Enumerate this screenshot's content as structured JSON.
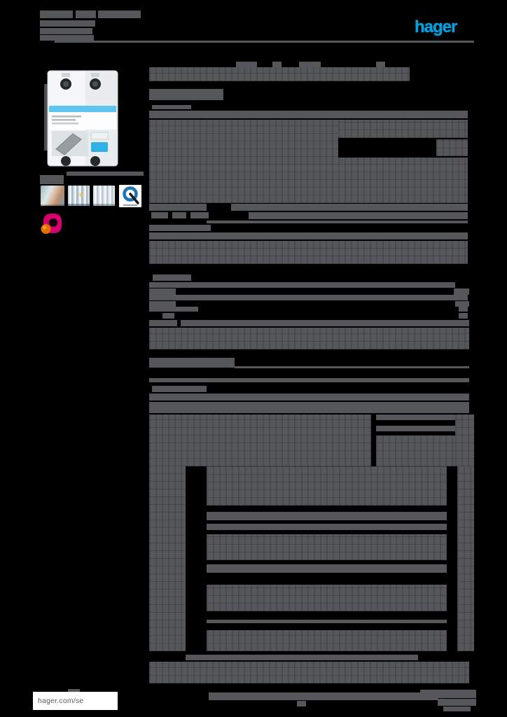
{
  "page": {
    "background": "#000000",
    "bar_color": "#56575b"
  },
  "header": {
    "logo_text": "hager",
    "logo_color": "#00a3e0"
  },
  "footer": {
    "website": "hager.com/se"
  },
  "images": {
    "product": "rcbo-circuit-breaker-2-module-front-view",
    "thumbnails": [
      "installation-hand-photo",
      "breaker-row-photo",
      "breaker-row-photo-2",
      "q-quality-mark-logo",
      "pink-award-label-logo"
    ]
  },
  "redactions": {
    "header_address": [
      [
        57,
        15,
        47,
        11
      ],
      [
        108,
        15,
        29,
        11
      ],
      [
        140,
        15,
        61,
        11
      ],
      [
        57,
        29,
        79,
        9
      ],
      [
        57,
        40,
        75,
        9
      ],
      [
        57,
        50,
        77,
        8
      ]
    ],
    "header_rule": [
      [
        78,
        58,
        599,
        3
      ]
    ],
    "title_block": [
      [
        337,
        88,
        30,
        8
      ],
      [
        389,
        88,
        13,
        8
      ],
      [
        427,
        88,
        31,
        8
      ],
      [
        537,
        88,
        13,
        8
      ],
      [
        213,
        96,
        372,
        20
      ],
      [
        213,
        127,
        106,
        16
      ],
      [
        217,
        150,
        56,
        6
      ]
    ],
    "image_shadow": [
      [
        95,
        245,
        110,
        6
      ],
      [
        57,
        250,
        34,
        13
      ]
    ],
    "section_a": [
      [
        213,
        158,
        455,
        11
      ],
      [
        213,
        171,
        270,
        119
      ],
      [
        483,
        171,
        185,
        26
      ],
      [
        623,
        199,
        45,
        24
      ],
      [
        483,
        225,
        185,
        65
      ],
      [
        213,
        291,
        82,
        10
      ],
      [
        330,
        291,
        338,
        10
      ],
      [
        216,
        303,
        24,
        9
      ],
      [
        246,
        303,
        20,
        9
      ],
      [
        272,
        303,
        26,
        9
      ],
      [
        355,
        303,
        313,
        10
      ],
      [
        295,
        315,
        373,
        4
      ],
      [
        213,
        321,
        88,
        9
      ],
      [
        213,
        332,
        455,
        10
      ],
      [
        213,
        344,
        455,
        33
      ]
    ],
    "section_b": [
      [
        218,
        392,
        55,
        9
      ],
      [
        213,
        403,
        437,
        8
      ],
      [
        213,
        412,
        38,
        9
      ],
      [
        648,
        412,
        22,
        9
      ],
      [
        213,
        421,
        455,
        8
      ],
      [
        213,
        430,
        38,
        8
      ],
      [
        650,
        430,
        20,
        8
      ],
      [
        213,
        438,
        70,
        7
      ],
      [
        655,
        438,
        13,
        7
      ],
      [
        232,
        447,
        17,
        8
      ],
      [
        655,
        447,
        13,
        8
      ],
      [
        213,
        457,
        40,
        9
      ],
      [
        258,
        457,
        412,
        9
      ],
      [
        213,
        468,
        457,
        31
      ]
    ],
    "section_c_header": [
      [
        213,
        511,
        122,
        14
      ],
      [
        335,
        523,
        335,
        3
      ]
    ],
    "spec_table": [
      [
        213,
        540,
        457,
        6
      ],
      [
        217,
        551,
        78,
        9
      ],
      [
        213,
        562,
        457,
        10
      ],
      [
        213,
        574,
        457,
        16
      ],
      [
        213,
        592,
        317,
        74
      ],
      [
        537,
        592,
        113,
        8
      ],
      [
        650,
        592,
        27,
        74
      ],
      [
        537,
        608,
        113,
        8
      ],
      [
        537,
        622,
        113,
        44
      ],
      [
        213,
        666,
        52,
        264
      ],
      [
        653,
        666,
        24,
        264
      ],
      [
        295,
        666,
        343,
        56
      ],
      [
        295,
        731,
        343,
        9
      ],
      [
        295,
        740,
        343,
        3
      ],
      [
        295,
        748,
        343,
        9
      ],
      [
        295,
        763,
        343,
        37
      ],
      [
        295,
        806,
        343,
        7
      ],
      [
        295,
        813,
        343,
        5
      ],
      [
        295,
        835,
        343,
        38
      ],
      [
        295,
        885,
        343,
        5
      ],
      [
        295,
        900,
        343,
        30
      ],
      [
        265,
        935,
        332,
        8
      ],
      [
        213,
        945,
        457,
        31
      ]
    ],
    "footer_bars": [
      [
        97,
        984,
        17,
        5
      ],
      [
        298,
        989,
        328,
        11
      ],
      [
        424,
        1001,
        13,
        8
      ],
      [
        600,
        985,
        80,
        12
      ],
      [
        625,
        998,
        55,
        10
      ],
      [
        633,
        1009,
        39,
        7
      ]
    ]
  }
}
